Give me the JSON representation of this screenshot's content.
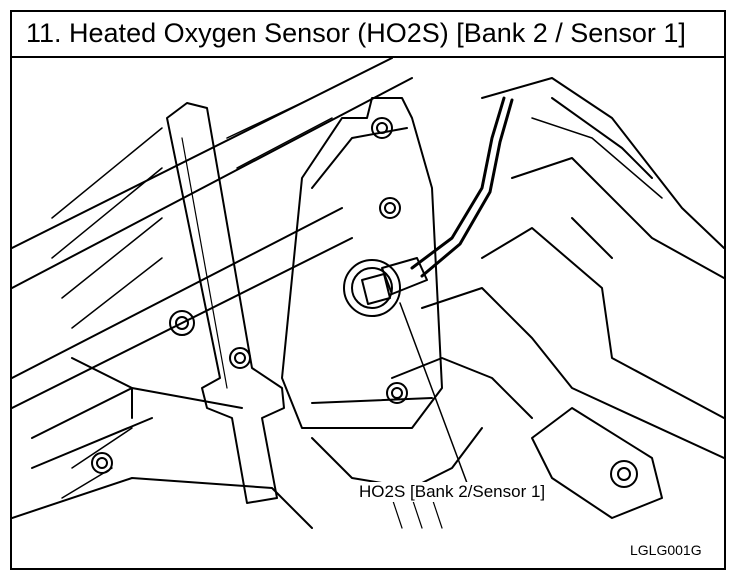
{
  "title": "11. Heated Oxygen Sensor (HO2S) [Bank 2 / Sensor 1]",
  "callout": "HO2S [Bank 2/Sensor 1]",
  "figure_code": "LGLG001G",
  "colors": {
    "line": "#000000",
    "background": "#ffffff"
  }
}
